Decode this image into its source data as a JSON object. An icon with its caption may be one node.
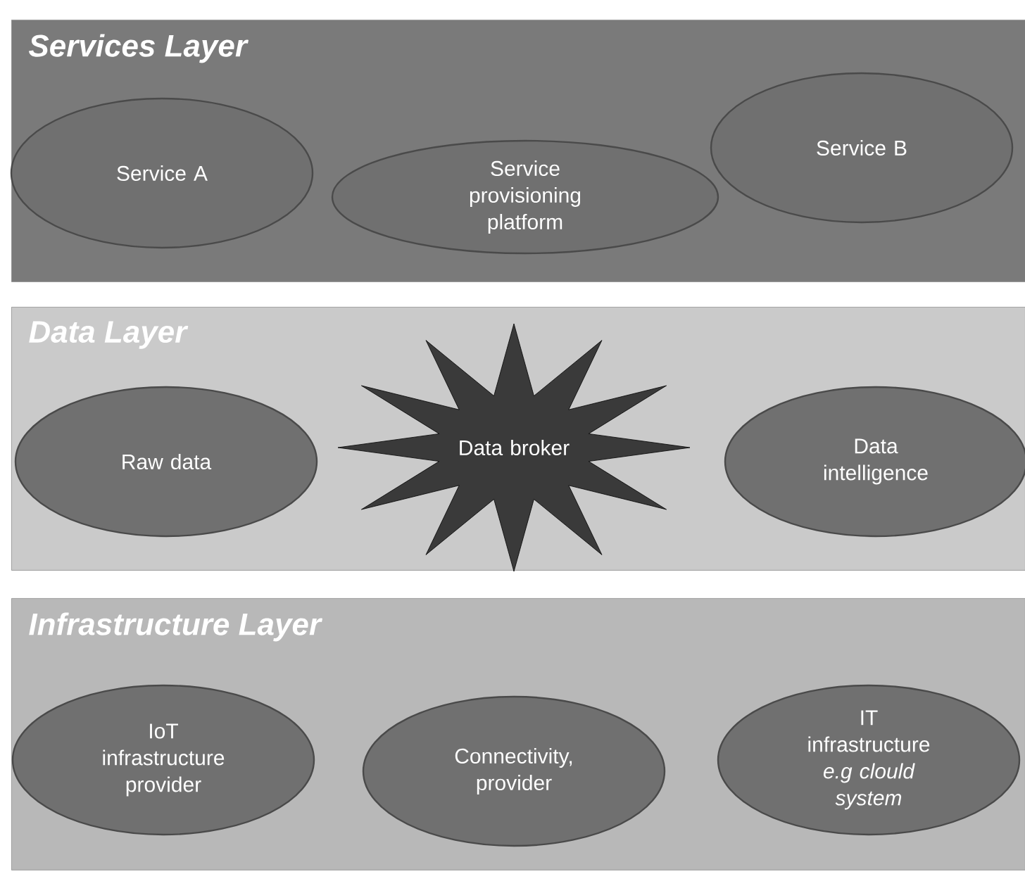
{
  "diagram": {
    "nodes": [
      {
        "text": [
          "Services Layer"
        ]
      },
      {
        "text": [
          "Service A"
        ],
        "in": 0
      },
      {
        "text": [
          "Service provisioning platform"
        ],
        "in": 0
      },
      {
        "text": [
          "Service B"
        ],
        "in": 0
      },
      {
        "text": [
          "Data Layer"
        ]
      },
      {
        "text": [
          "Raw data"
        ],
        "in": 4
      },
      {
        "text": [
          "Data broker"
        ],
        "in": 4
      },
      {
        "text": [
          "Data intelligence"
        ],
        "in": 4
      },
      {
        "text": [
          "Infrastructure Layer"
        ]
      },
      {
        "text": [
          "IoT infrastructure provider"
        ],
        "in": 8
      },
      {
        "text": [
          "Connectivity, provider"
        ],
        "in": 8
      },
      {
        "text": [
          "IT infrastructure *e.g clould system*"
        ],
        "in": 8
      }
    ],
    "edges": []
  }
}
